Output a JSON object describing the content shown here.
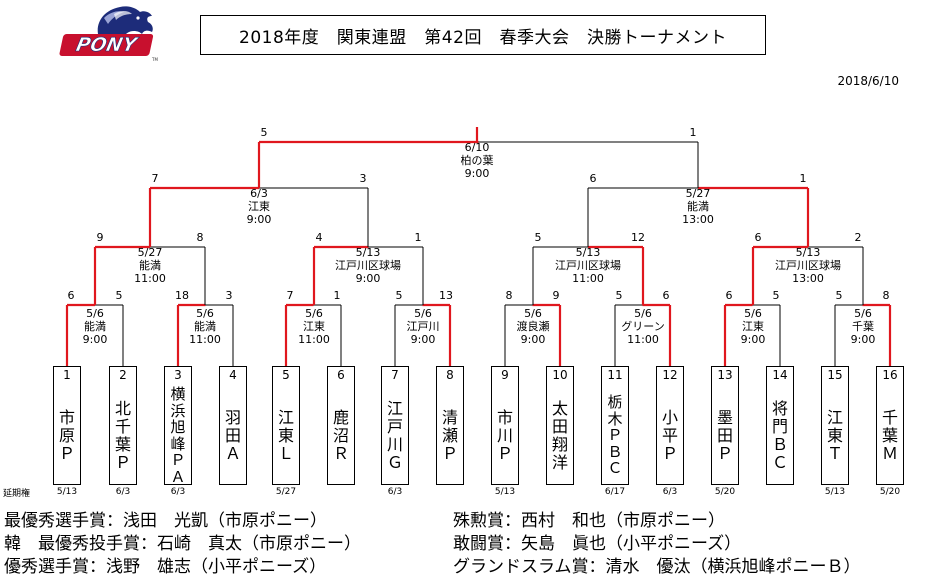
{
  "header": {
    "title": "2018年度　関東連盟　第42回　春季大会　決勝トーナメント",
    "date": "2018/6/10",
    "logo_text": "PONY",
    "logo_mark": "TM"
  },
  "colors": {
    "win_line": "#e0171e",
    "line": "#000000"
  },
  "teams": [
    {
      "num": "1",
      "name": "市原Ｐ",
      "ext": "5/13"
    },
    {
      "num": "2",
      "name": "北千葉Ｐ",
      "ext": "6/3"
    },
    {
      "num": "3",
      "name": "横浜旭峰ＰＡ",
      "ext": "6/3"
    },
    {
      "num": "4",
      "name": "羽田Ａ",
      "ext": ""
    },
    {
      "num": "5",
      "name": "江東Ｌ",
      "ext": "5/27"
    },
    {
      "num": "6",
      "name": "鹿沼Ｒ",
      "ext": ""
    },
    {
      "num": "7",
      "name": "江戸川Ｇ",
      "ext": "6/3"
    },
    {
      "num": "8",
      "name": "清瀬Ｐ",
      "ext": ""
    },
    {
      "num": "9",
      "name": "市川Ｐ",
      "ext": "5/13"
    },
    {
      "num": "10",
      "name": "太田翔洋",
      "ext": ""
    },
    {
      "num": "11",
      "name": "栃木ＰＢＣ",
      "ext": "6/17"
    },
    {
      "num": "12",
      "name": "小平Ｐ",
      "ext": "6/3"
    },
    {
      "num": "13",
      "name": "墨田Ｐ",
      "ext": "5/20"
    },
    {
      "num": "14",
      "name": "将門ＢＣ",
      "ext": ""
    },
    {
      "num": "15",
      "name": "江東Ｔ",
      "ext": "5/13"
    },
    {
      "num": "16",
      "name": "千葉Ｍ",
      "ext": "5/20"
    }
  ],
  "ext_label": "延期権",
  "matches": [
    {
      "date": "5/6",
      "venue": "能満",
      "time": "9:00",
      "left": "6",
      "right": "5"
    },
    {
      "date": "5/6",
      "venue": "能満",
      "time": "11:00",
      "left": "18",
      "right": "3"
    },
    {
      "date": "5/6",
      "venue": "江東",
      "time": "11:00",
      "left": "7",
      "right": "1"
    },
    {
      "date": "5/6",
      "venue": "江戸川",
      "time": "9:00",
      "left": "5",
      "right": "13"
    },
    {
      "date": "5/6",
      "venue": "渡良瀬",
      "time": "9:00",
      "left": "8",
      "right": "9"
    },
    {
      "date": "5/6",
      "venue": "グリーン",
      "time": "11:00",
      "left": "5",
      "right": "6"
    },
    {
      "date": "5/6",
      "venue": "江東",
      "time": "9:00",
      "left": "6",
      "right": "5"
    },
    {
      "date": "5/6",
      "venue": "千葉",
      "time": "9:00",
      "left": "5",
      "right": "8"
    },
    {
      "date": "5/27",
      "venue": "能満",
      "time": "11:00",
      "left": "9",
      "right": "8"
    },
    {
      "date": "5/13",
      "venue": "江戸川区球場",
      "time": "9:00",
      "left": "4",
      "right": "1"
    },
    {
      "date": "5/13",
      "venue": "江戸川区球場",
      "time": "11:00",
      "left": "5",
      "right": "12"
    },
    {
      "date": "5/13",
      "venue": "江戸川区球場",
      "time": "13:00",
      "left": "6",
      "right": "2"
    },
    {
      "date": "6/3",
      "venue": "江東",
      "time": "9:00",
      "left": "7",
      "right": "3"
    },
    {
      "date": "5/27",
      "venue": "能満",
      "time": "13:00",
      "left": "6",
      "right": "1"
    },
    {
      "date": "6/10",
      "venue": "柏の葉",
      "time": "9:00",
      "left": "5",
      "right": "1"
    }
  ],
  "awards": {
    "mvp": "最優秀選手賞：浅田　光凱（市原ポニー）",
    "pitcher": "韓　最優秀投手賞：石崎　真太（市原ポニー）",
    "excellent": "優秀選手賞：浅野　雄志（小平ポニーズ）",
    "distinguished": "殊勲賞：西村　和也（市原ポニー）",
    "fighting": "敢闘賞：矢島　眞也（小平ポニーズ）",
    "grandslam": "グランドスラム賞：清水　優汰（横浜旭峰ポニーＢ）"
  }
}
